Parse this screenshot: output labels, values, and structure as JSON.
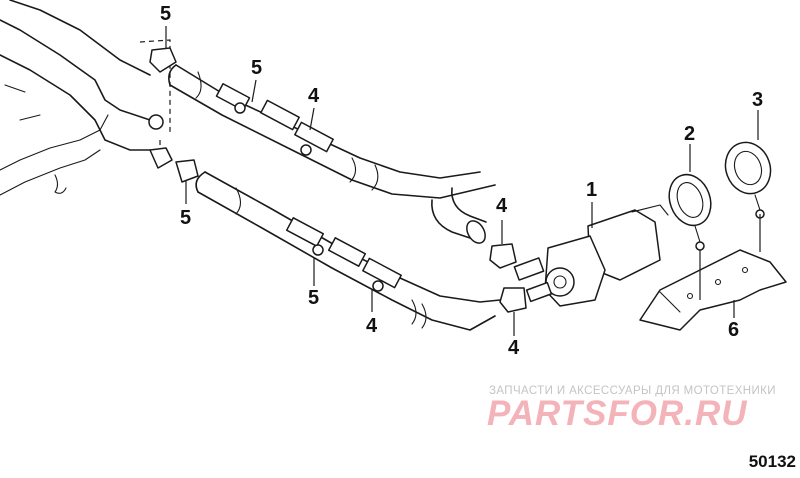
{
  "callouts": [
    {
      "id": "c1",
      "text": "1"
    },
    {
      "id": "c2",
      "text": "2"
    },
    {
      "id": "c3",
      "text": "3"
    },
    {
      "id": "c4a",
      "text": "4"
    },
    {
      "id": "c4b",
      "text": "4"
    },
    {
      "id": "c4c",
      "text": "4"
    },
    {
      "id": "c4d",
      "text": "4"
    },
    {
      "id": "c5a",
      "text": "5"
    },
    {
      "id": "c5b",
      "text": "5"
    },
    {
      "id": "c5c",
      "text": "5"
    },
    {
      "id": "c5d",
      "text": "5"
    },
    {
      "id": "c6",
      "text": "6"
    }
  ],
  "watermark": {
    "line1": "ЗАПЧАСТИ И АКСЕССУАРЫ ДЛЯ МОТОТЕХНИКИ",
    "line2": "PARTSFOR.RU"
  },
  "figure_id": "50132",
  "colors": {
    "ink": "#1a1a1a",
    "watermark_red": "#f3b3b9",
    "watermark_grey": "#c4c4c4"
  }
}
